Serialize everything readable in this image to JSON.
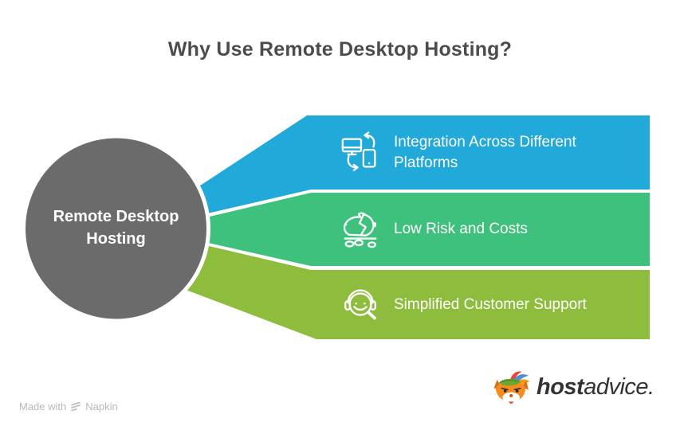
{
  "title": "Why Use Remote Desktop Hosting?",
  "hub": {
    "label": "Remote Desktop Hosting",
    "fill": "#6b6b6b"
  },
  "branches": [
    {
      "label": "Integration Across Different Platforms",
      "color": "#21a9d9",
      "icon": "device-sync-icon"
    },
    {
      "label": "Low Risk and Costs",
      "color": "#3dc17d",
      "icon": "piggy-bank-icon"
    },
    {
      "label": "Simplified Customer Support",
      "color": "#8ebc3d",
      "icon": "headset-support-icon"
    }
  ],
  "footer": {
    "made_with": "Made with",
    "brand": "Napkin"
  },
  "logo": {
    "bold": "host",
    "light": "advice."
  },
  "colors": {
    "title_text": "#4c4c4c",
    "banner_text": "#ffffff",
    "footer_text": "#b9b9b9"
  }
}
